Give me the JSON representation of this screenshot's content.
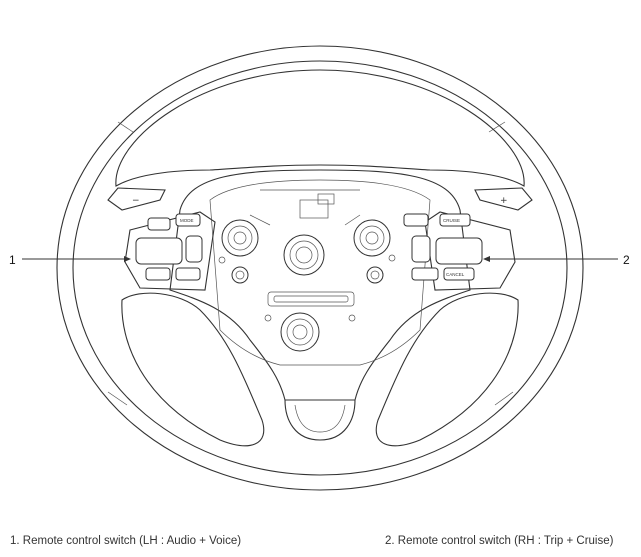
{
  "callouts": [
    {
      "number": "1",
      "caption": "1. Remote control switch (LH : Audio + Voice)"
    },
    {
      "number": "2",
      "caption": "2. Remote control switch (RH : Trip + Cruise)"
    }
  ],
  "switch_labels": {
    "lh_top": "MODE",
    "rh_top": "CRUISE",
    "rh_bottom": "CANCEL",
    "paddle_left": "−",
    "paddle_right": "+"
  }
}
